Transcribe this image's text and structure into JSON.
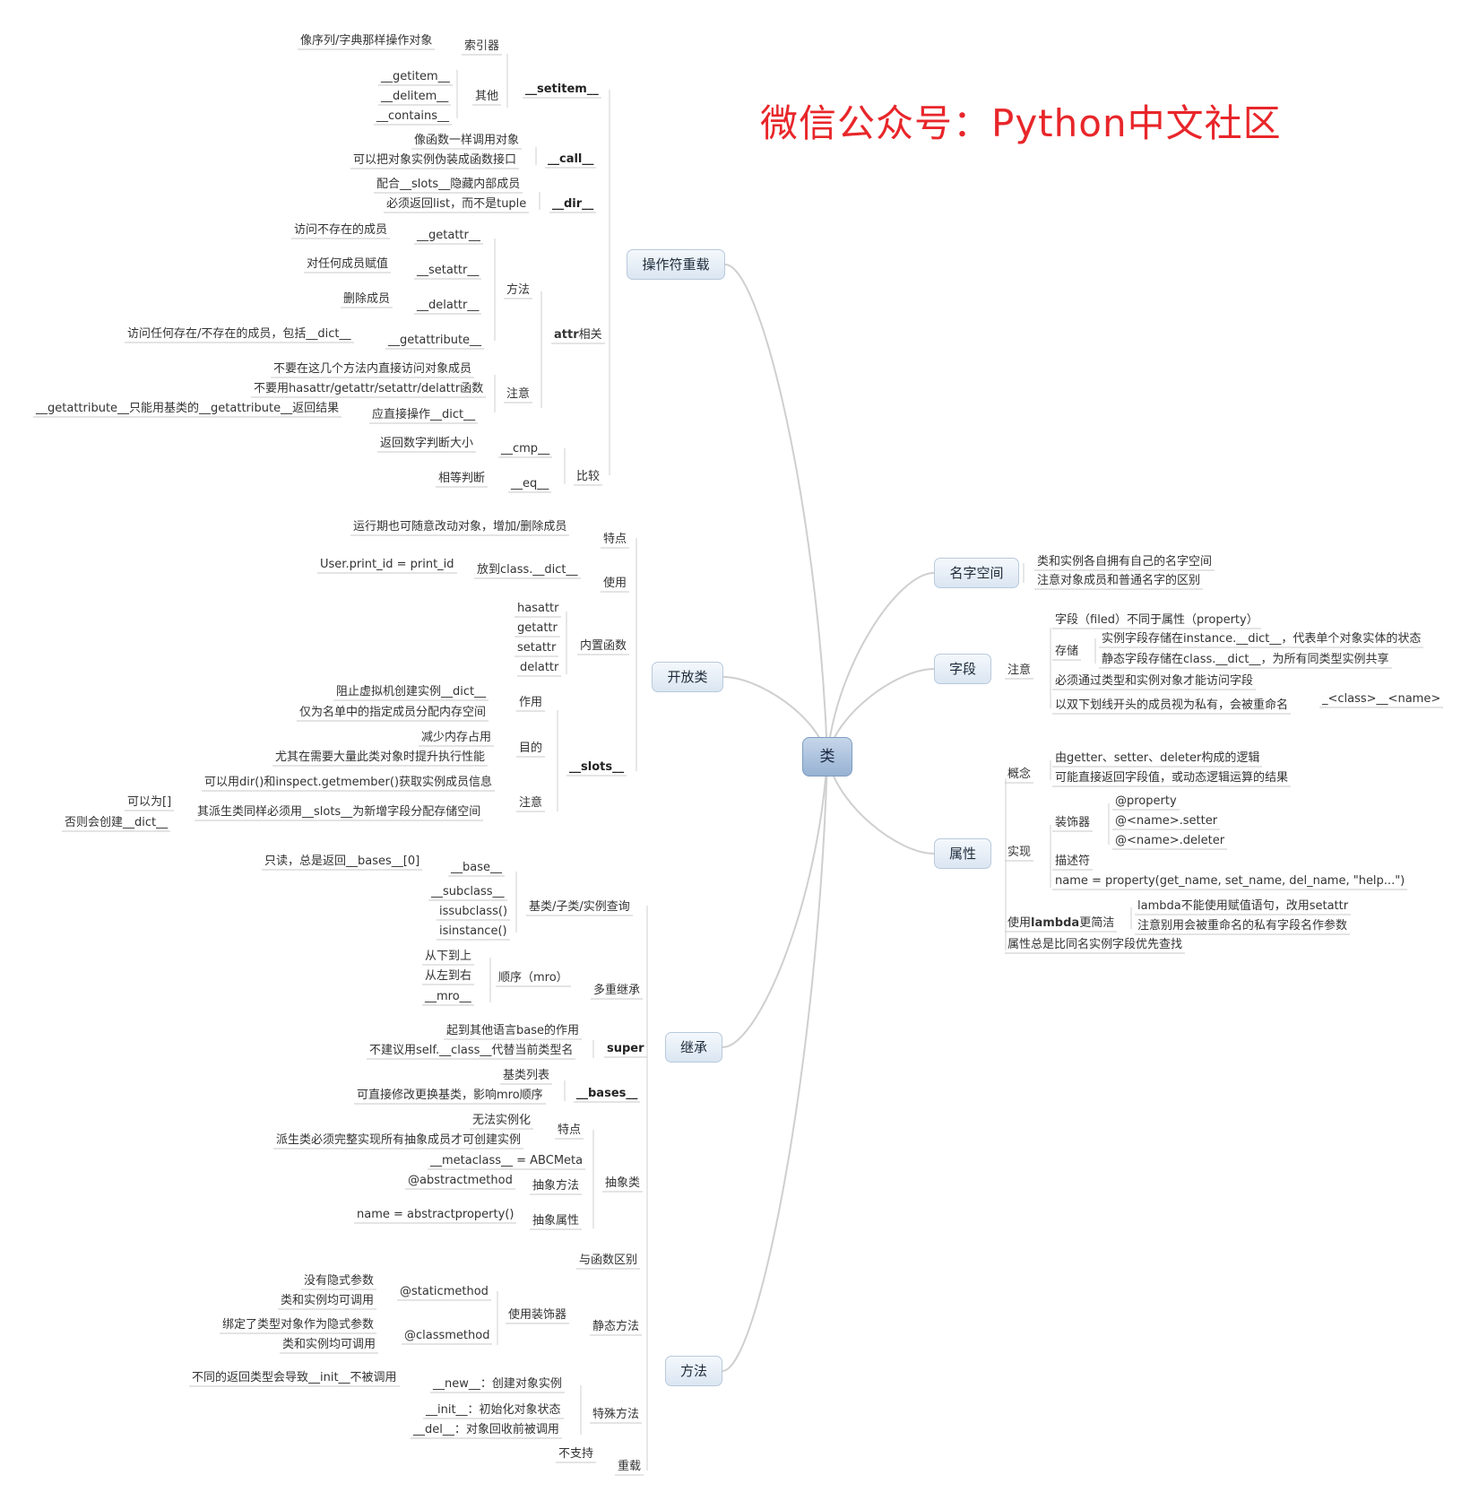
{
  "watermark": {
    "text": "微信公众号：Python中文社区",
    "color": "#e8262a"
  },
  "colors": {
    "line": "#cfcfcf",
    "underline": "#c8c8c8"
  },
  "root": {
    "label": "类"
  },
  "branches": {
    "operator": {
      "label": "操作符重载",
      "setitem": {
        "label": "__setitem__",
        "indexer": "索引器",
        "indexer_desc": "像序列/字典那样操作对象",
        "other": "其他",
        "getitem": "__getitem__",
        "delitem": "__delitem__",
        "contains": "__contains__"
      },
      "call": {
        "label": "__call__",
        "d1": "像函数一样调用对象",
        "d2": "可以把对象实例伪装成函数接口"
      },
      "dir": {
        "label": "__dir__",
        "d1": "配合__slots__隐藏内部成员",
        "d2": "必须返回list，而不是tuple"
      },
      "attr": {
        "label_bold": "attr",
        "label_rest": "相关",
        "methods": "方法",
        "getattr": "__getattr__",
        "getattr_desc": "访问不存在的成员",
        "setattr": "__setattr__",
        "setattr_desc": "对任何成员赋值",
        "delattr": "__delattr__",
        "delattr_desc": "删除成员",
        "getattribute": "__getattribute__",
        "getattribute_desc": "访问任何存在/不存在的成员，包括__dict__",
        "notes": "注意",
        "n1": "不要在这几个方法内直接访问对象成员",
        "n2": "不要用hasattr/getattr/setattr/delattr函数",
        "n3": "应直接操作__dict__",
        "n3_desc": "__getattribute__只能用基类的__getattribute__返回结果"
      },
      "compare": {
        "label": "比较",
        "cmp": "__cmp__",
        "cmp_desc": "返回数字判断大小",
        "eq": "__eq__",
        "eq_desc": "相等判断"
      }
    },
    "open": {
      "label": "开放类",
      "feature": "特点",
      "feature_desc": "运行期也可随意改动对象，增加/删除成员",
      "usage": "使用",
      "usage_mid": "放到class.__dict__",
      "usage_desc": "User.print_id = print_id",
      "builtins": "内置函数",
      "b1": "hasattr",
      "b2": "getattr",
      "b3": "setattr",
      "b4": "delattr",
      "slots": {
        "label": "__slots__",
        "effect": "作用",
        "e1": "阻止虚拟机创建实例__dict__",
        "e2": "仅为名单中的指定成员分配内存空间",
        "purpose": "目的",
        "p1": "减少内存占用",
        "p2": "尤其在需要大量此类对象时提升执行性能",
        "note": "注意",
        "n1": "可以用dir()和inspect.getmember()获取实例成员信息",
        "n2": "其派生类同样必须用__slots__为新增字段分配存储空间",
        "n2a": "可以为[]",
        "n2b": "否则会创建__dict__"
      }
    },
    "inherit": {
      "label": "继承",
      "query": {
        "label": "基类/子类/实例查询",
        "base": "__base__",
        "base_desc": "只读，总是返回__bases__[0]",
        "subclass": "__subclass__",
        "issubclass": "issubclass()",
        "isinstance": "isinstance()"
      },
      "multi": {
        "label": "多重继承",
        "mro": "顺序（mro）",
        "m1": "从下到上",
        "m2": "从左到右",
        "m3": "__mro__"
      },
      "super": {
        "label": "super",
        "s1": "起到其他语言base的作用",
        "s2": "不建议用self.__class__代替当前类型名"
      },
      "bases": {
        "label": "__bases__",
        "b1": "基类列表",
        "b2": "可直接修改更换基类，影响mro顺序"
      },
      "abstract": {
        "label": "抽象类",
        "feature": "特点",
        "f1": "无法实例化",
        "f2": "派生类必须完整实现所有抽象成员才可创建实例",
        "meta": "__metaclass__ = ABCMeta",
        "method": "抽象方法",
        "method_desc": "@abstractmethod",
        "prop": "抽象属性",
        "prop_desc": "name = abstractproperty()"
      }
    },
    "methods": {
      "label": "方法",
      "diff": "与函数区别",
      "static": {
        "label": "静态方法",
        "deco": "使用装饰器",
        "sm": "@staticmethod",
        "sm1": "没有隐式参数",
        "sm2": "类和实例均可调用",
        "cm": "@classmethod",
        "cm1": "绑定了类型对象作为隐式参数",
        "cm2": "类和实例均可调用"
      },
      "special": {
        "label": "特殊方法",
        "new": "__new__：创建对象实例",
        "new_desc": "不同的返回类型会导致__init__不被调用",
        "init": "__init__：初始化对象状态",
        "del": "__del__：对象回收前被调用"
      },
      "overload": {
        "label": "重载",
        "desc": "不支持"
      }
    },
    "namespace": {
      "label": "名字空间",
      "d1": "类和实例各自拥有自己的名字空间",
      "d2": "注意对象成员和普通名字的区别"
    },
    "field": {
      "label": "字段",
      "note": "注意",
      "f1": "字段（filed）不同于属性（property）",
      "store": "存储",
      "s1": "实例字段存储在instance.__dict__，代表单个对象实体的状态",
      "s2": "静态字段存储在class.__dict__，为所有同类型实例共享",
      "f3": "必须通过类型和实例对象才能访问字段",
      "f4": "以双下划线开头的成员视为私有，会被重命名",
      "f4_desc": "_<class>__<name>"
    },
    "property": {
      "label": "属性",
      "concept": "概念",
      "c1": "由getter、setter、deleter构成的逻辑",
      "c2": "可能直接返回字段值，或动态逻辑运算的结果",
      "impl": "实现",
      "deco": "装饰器",
      "d1": "@property",
      "d2": "@<name>.setter",
      "d3": "@<name>.deleter",
      "descriptor": "描述符",
      "nameprop": "name = property(get_name, set_name, del_name, \"help...\")",
      "lambda_pre": "使用",
      "lambda_bold": "lambda",
      "lambda_post": "更简洁",
      "l1": "lambda不能使用赋值语句，改用setattr",
      "l2": "注意别用会被重命名的私有字段名作参数",
      "priority": "属性总是比同名实例字段优先查找"
    }
  }
}
